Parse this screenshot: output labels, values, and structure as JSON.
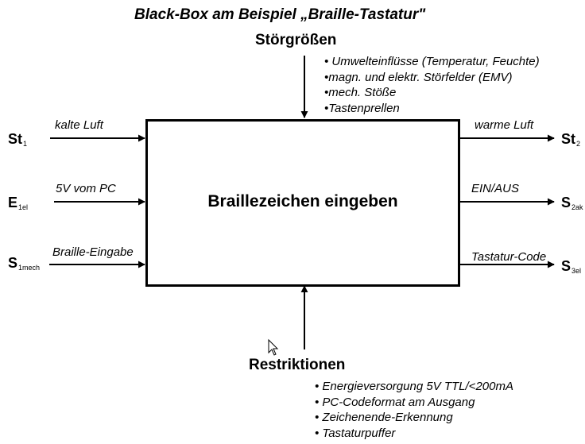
{
  "title": "Black-Box am Beispiel „Braille-Tastatur\"",
  "disturbances": {
    "heading": "Störgrößen",
    "items": [
      "• Umwelteinflüsse (Temperatur, Feuchte)",
      "•magn. und elektr. Störfelder (EMV)",
      "•mech. Stöße",
      "•Tastenprellen"
    ]
  },
  "restrictions": {
    "heading": "Restriktionen",
    "items": [
      "• Energieversorgung 5V TTL/<200mA",
      "• PC-Codeformat am Ausgang",
      "• Zeichenende-Erkennung",
      "• Tastaturpuffer"
    ]
  },
  "box_label": "Braillezeichen eingeben",
  "inputs": [
    {
      "symbol": "St",
      "sub": "1",
      "label": "kalte Luft"
    },
    {
      "symbol": "E",
      "sub": "1el",
      "label": "5V vom PC"
    },
    {
      "symbol": "S",
      "sub": "1mech",
      "label": "Braille-Eingabe"
    }
  ],
  "outputs": [
    {
      "symbol": "St",
      "sub": "2",
      "label": "warme Luft"
    },
    {
      "symbol": "S",
      "sub": "2ak",
      "label": "EIN/AUS"
    },
    {
      "symbol": "S",
      "sub": "3el",
      "label": "Tastatur-Code"
    }
  ]
}
